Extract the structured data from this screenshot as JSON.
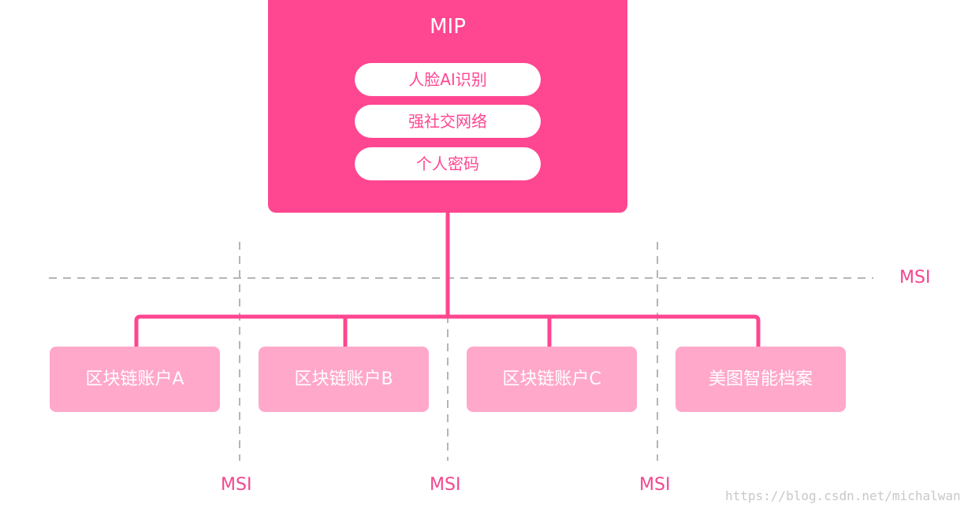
{
  "colors": {
    "primary_pink": "#ff4690",
    "light_pink": "#ffa8ca",
    "white": "#ffffff",
    "dashed_gray": "#b5b5b5",
    "msi_text": "#f2468e",
    "watermark": "#c8c8c8"
  },
  "mip": {
    "title": "MIP",
    "items": [
      {
        "label": "人脸AI识别"
      },
      {
        "label": "强社交网络"
      },
      {
        "label": "个人密码"
      }
    ]
  },
  "accounts": [
    {
      "label": "区块链账户A"
    },
    {
      "label": "区块链账户B"
    },
    {
      "label": "区块链账户C"
    },
    {
      "label": "美图智能档案"
    }
  ],
  "msi_labels": {
    "right": "MSI",
    "bottom": [
      "MSI",
      "MSI",
      "MSI"
    ]
  },
  "watermark": "https://blog.csdn.net/michalwan"
}
